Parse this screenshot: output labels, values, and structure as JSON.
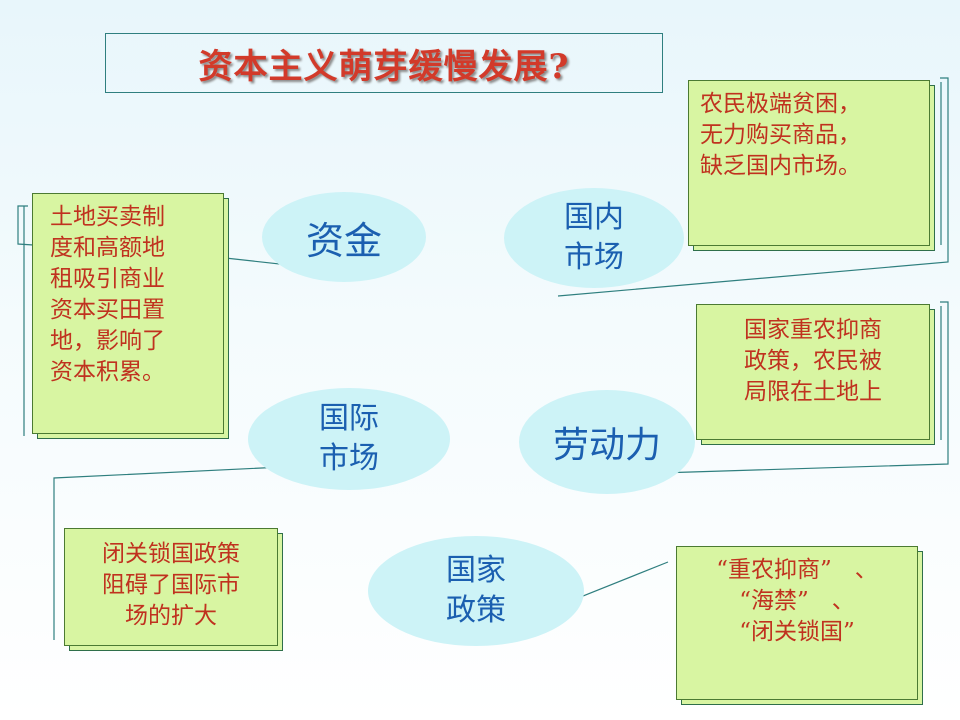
{
  "title": "资本主义萌芽缓慢发展?",
  "nodes": {
    "capital": "资金",
    "domestic_market": [
      "国内",
      "市场"
    ],
    "international_market": [
      "国际",
      "市场"
    ],
    "labor": "劳动力",
    "state_policy": [
      "国家",
      "政策"
    ]
  },
  "notes": {
    "land_system": [
      "土地买卖制",
      "度和高额地",
      "租吸引商业",
      "资本买田置",
      "地，影响了",
      "资本积累。"
    ],
    "poor_peasants": [
      "农民极端贫困，",
      "无力购买商品，",
      "缺乏国内市场。"
    ],
    "policy_bind": [
      "国家重农抑商",
      "政策，农民被",
      "局限在土地上"
    ],
    "closed_door": [
      "闭关锁国政策",
      "阻碍了国际市",
      "场的扩大"
    ],
    "policies_list": [
      "“重农抑商”　、",
      "“海禁”　、",
      "“闭关锁国”"
    ]
  },
  "colors": {
    "title": "#d23a2a",
    "node_fill": "#cdf3f7",
    "node_text": "#1b5fb0",
    "note_fill": "#d8f5a2",
    "note_text": "#c0321f",
    "line": "#2f7f7f"
  }
}
